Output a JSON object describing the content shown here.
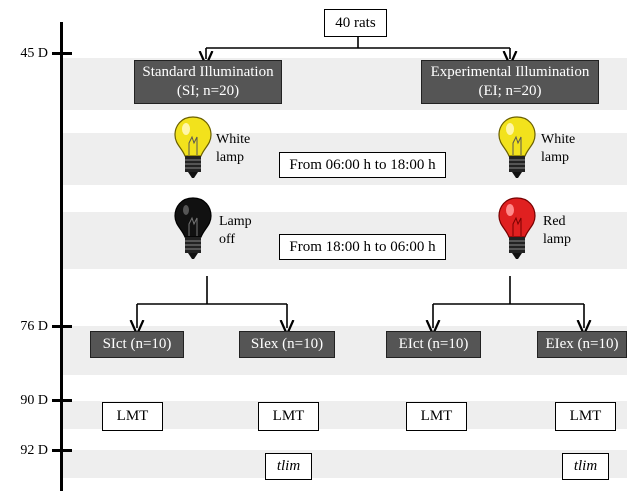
{
  "top_box": "40 rats",
  "time_axis": [
    "45 D",
    "76 D",
    "90 D",
    "92 D"
  ],
  "groups": [
    {
      "line1": "Standard Illumination",
      "line2": "(SI; n=20)"
    },
    {
      "line1": "Experimental Illumination",
      "line2": "(EI; n=20)"
    }
  ],
  "light_phase": {
    "period": "From 06:00 h to 18:00 h",
    "si_lamp": {
      "line1": "White",
      "line2": "lamp",
      "icon": "yellow-bulb-icon",
      "color": "#f2e21c"
    },
    "ei_lamp": {
      "line1": "White",
      "line2": "lamp",
      "icon": "yellow-bulb-icon",
      "color": "#f2e21c"
    }
  },
  "dark_phase": {
    "period": "From 18:00 h to 06:00 h",
    "si_lamp": {
      "line1": "Lamp",
      "line2": "off",
      "icon": "black-bulb-icon",
      "color": "#111111"
    },
    "ei_lamp": {
      "line1": "Red",
      "line2": "lamp",
      "icon": "red-bulb-icon",
      "color": "#e02020"
    }
  },
  "subgroups": [
    "SIct (n=10)",
    "SIex (n=10)",
    "EIct (n=10)",
    "EIex (n=10)"
  ],
  "tests_90": [
    "LMT",
    "LMT",
    "LMT",
    "LMT"
  ],
  "tests_92": [
    "tlim",
    "tlim"
  ],
  "colors": {
    "dark_box": "#555555",
    "band": "#eeeeee",
    "white_lamp": "#f2e21c",
    "red_lamp": "#e02020"
  }
}
